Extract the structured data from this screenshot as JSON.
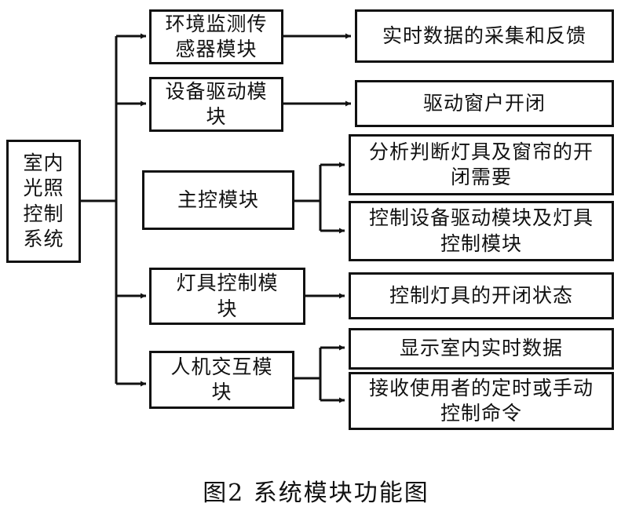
{
  "root": {
    "label": "室内光照控制系统",
    "lines": [
      "室内",
      "光照",
      "控制",
      "系统"
    ]
  },
  "modules": [
    {
      "label": "环境监测传感器模块",
      "lines": [
        "环境监测传",
        "感器模块"
      ],
      "functions": [
        {
          "label": "实时数据的采集和反馈",
          "lines": [
            "实时数据的采集和反馈"
          ]
        }
      ]
    },
    {
      "label": "设备驱动模块",
      "lines": [
        "设备驱动模",
        "块"
      ],
      "functions": [
        {
          "label": "驱动窗户开闭",
          "lines": [
            "驱动窗户开闭"
          ]
        }
      ]
    },
    {
      "label": "主控模块",
      "lines": [
        "主控模块"
      ],
      "functions": [
        {
          "label": "分析判断灯具及窗帘的开闭需要",
          "lines": [
            "分析判断灯具及窗帘的开",
            "闭需要"
          ]
        },
        {
          "label": "控制设备驱动模块及灯具控制模块",
          "lines": [
            "控制设备驱动模块及灯具",
            "控制模块"
          ]
        }
      ]
    },
    {
      "label": "灯具控制模块",
      "lines": [
        "灯具控制模",
        "块"
      ],
      "functions": [
        {
          "label": "控制灯具的开闭状态",
          "lines": [
            "控制灯具的开闭状态"
          ]
        }
      ]
    },
    {
      "label": "人机交互模块",
      "lines": [
        "人机交互模",
        "块"
      ],
      "functions": [
        {
          "label": "显示室内实时数据",
          "lines": [
            "显示室内实时数据"
          ]
        },
        {
          "label": "接收使用者的定时或手动控制命令",
          "lines": [
            "接收使用者的定时或手动",
            "控制命令"
          ]
        }
      ]
    }
  ],
  "caption": "图2  系统模块功能图"
}
